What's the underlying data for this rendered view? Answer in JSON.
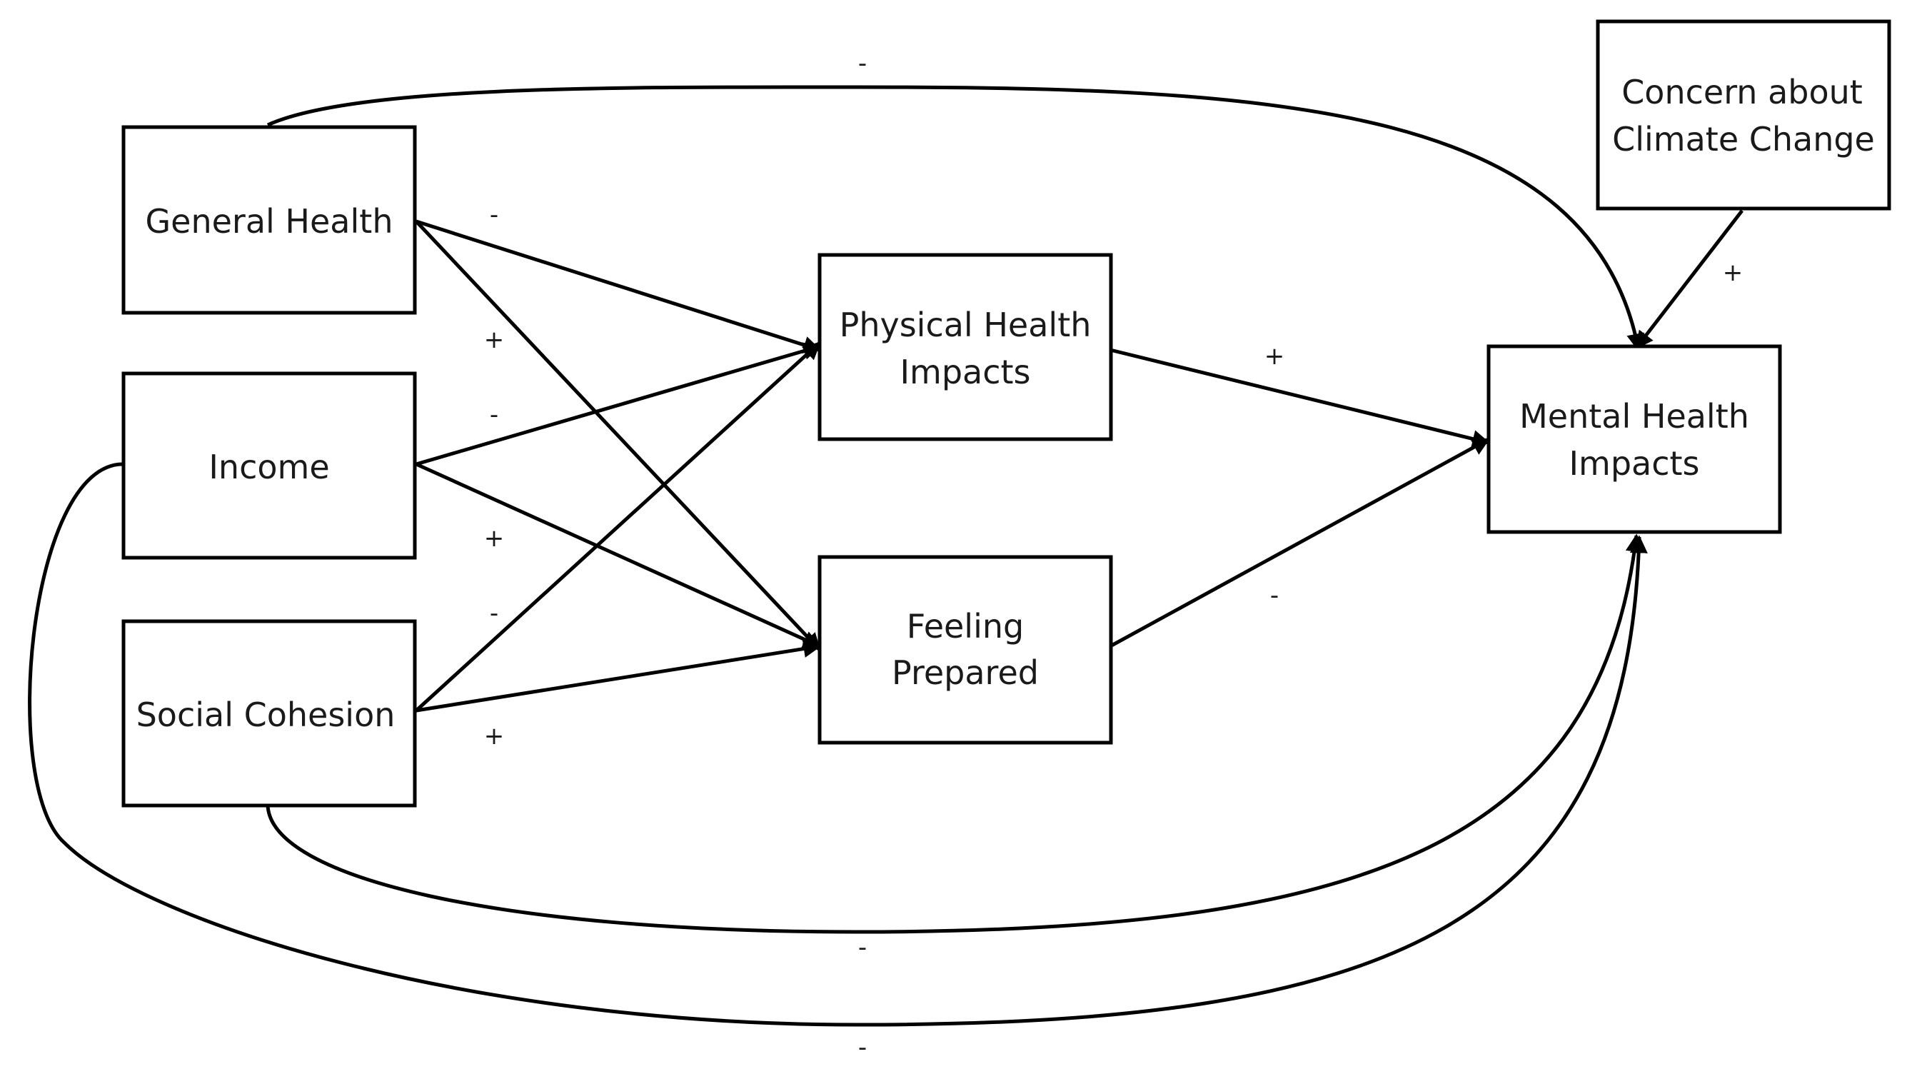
{
  "diagram": {
    "nodes": {
      "general_health": {
        "lines": [
          "General Health"
        ]
      },
      "income": {
        "lines": [
          "Income"
        ]
      },
      "social_cohesion": {
        "lines": [
          "Social Cohesion"
        ]
      },
      "physical_health_impacts": {
        "lines": [
          "Physical Health",
          "Impacts"
        ]
      },
      "feeling_prepared": {
        "lines": [
          "Feeling",
          "Prepared"
        ]
      },
      "mental_health_impacts": {
        "lines": [
          "Mental Health",
          "Impacts"
        ]
      },
      "concern_climate_change": {
        "lines": [
          "Concern about",
          "Climate Change"
        ]
      }
    },
    "edges": [
      {
        "id": "gh-phi",
        "from": "General Health",
        "to": "Physical Health Impacts",
        "sign": "-"
      },
      {
        "id": "gh-fp",
        "from": "General Health",
        "to": "Feeling Prepared",
        "sign": "+"
      },
      {
        "id": "inc-phi",
        "from": "Income",
        "to": "Physical Health Impacts",
        "sign": "-"
      },
      {
        "id": "inc-fp",
        "from": "Income",
        "to": "Feeling Prepared",
        "sign": "+"
      },
      {
        "id": "sc-phi",
        "from": "Social Cohesion",
        "to": "Physical Health Impacts",
        "sign": "-"
      },
      {
        "id": "sc-fp",
        "from": "Social Cohesion",
        "to": "Feeling Prepared",
        "sign": "+"
      },
      {
        "id": "phi-mhi",
        "from": "Physical Health Impacts",
        "to": "Mental Health Impacts",
        "sign": "+"
      },
      {
        "id": "fp-mhi",
        "from": "Feeling Prepared",
        "to": "Mental Health Impacts",
        "sign": "-"
      },
      {
        "id": "ccc-mhi",
        "from": "Concern about Climate Change",
        "to": "Mental Health Impacts",
        "sign": "+"
      },
      {
        "id": "gh-mhi",
        "from": "General Health",
        "to": "Mental Health Impacts",
        "sign": "-"
      },
      {
        "id": "sc-mhi",
        "from": "Social Cohesion",
        "to": "Mental Health Impacts",
        "sign": "-"
      },
      {
        "id": "inc-mhi",
        "from": "Income",
        "to": "Mental Health Impacts",
        "sign": "-"
      }
    ]
  }
}
